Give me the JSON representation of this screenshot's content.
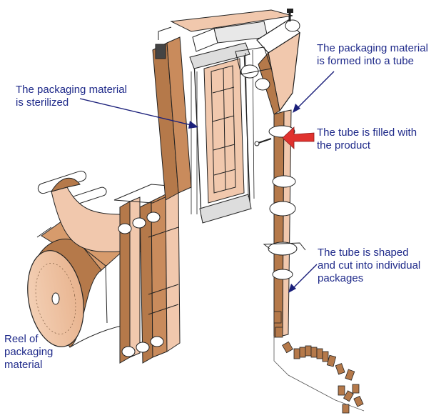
{
  "labels": {
    "tube_formed": "The packaging material\nis formed into a tube",
    "sterilized": "The packaging material\nis sterilized",
    "filled": "The tube is filled with\nthe product",
    "shaped_cut": "The tube is shaped\nand cut into individual\npackages",
    "reel": "Reel of\npackaging\nmaterial"
  },
  "colors": {
    "label_text": "#1f2a8a",
    "arrow": "#1a1f7a",
    "web_dark": "#b5794a",
    "web_light": "#f1c8ad",
    "machine_line": "#333333",
    "fill_arrow": "#e0322e"
  }
}
